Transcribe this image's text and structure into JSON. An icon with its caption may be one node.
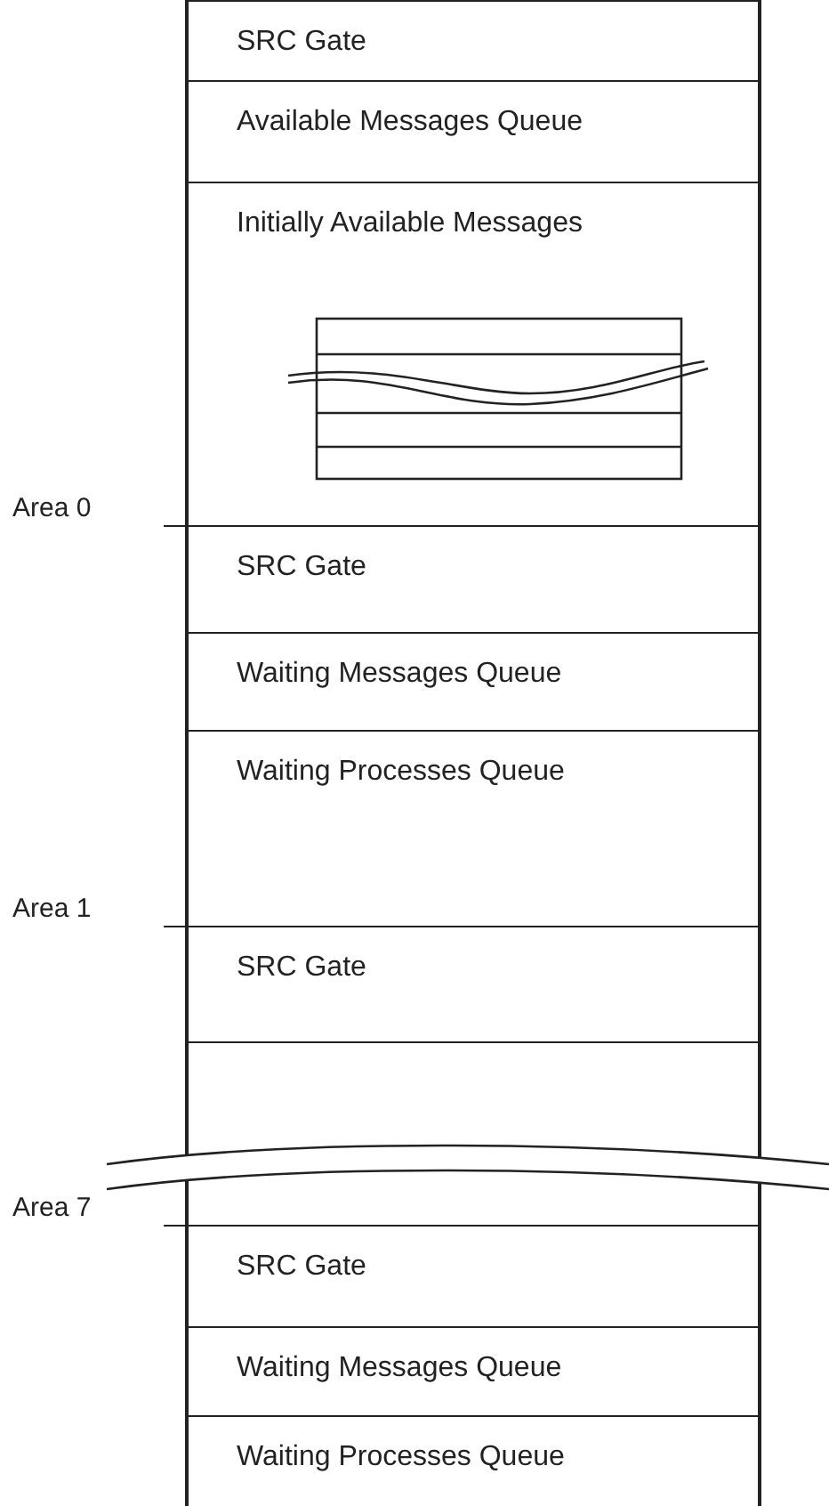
{
  "diagram": {
    "nodes": [
      {
        "text": [
          "SRC Gate"
        ]
      },
      {
        "text": [
          "Available Messages Queue"
        ]
      },
      {
        "text": [
          "Initially Available Messages"
        ]
      },
      {
        "text": [
          "SRC Gate"
        ]
      },
      {
        "text": [
          "Waiting Messages Queue"
        ]
      },
      {
        "text": [
          "Waiting Processes Queue"
        ]
      },
      {
        "text": [
          "SRC Gate"
        ]
      },
      {
        "text": [],
        "shape": "box"
      },
      {
        "text": [
          "SRC Gate"
        ]
      },
      {
        "text": [
          "Waiting Messages Queue"
        ]
      },
      {
        "text": [
          "Waiting Processes Queue"
        ]
      }
    ],
    "labels": [
      "Area 0",
      "Area 1",
      "Area 7"
    ]
  }
}
